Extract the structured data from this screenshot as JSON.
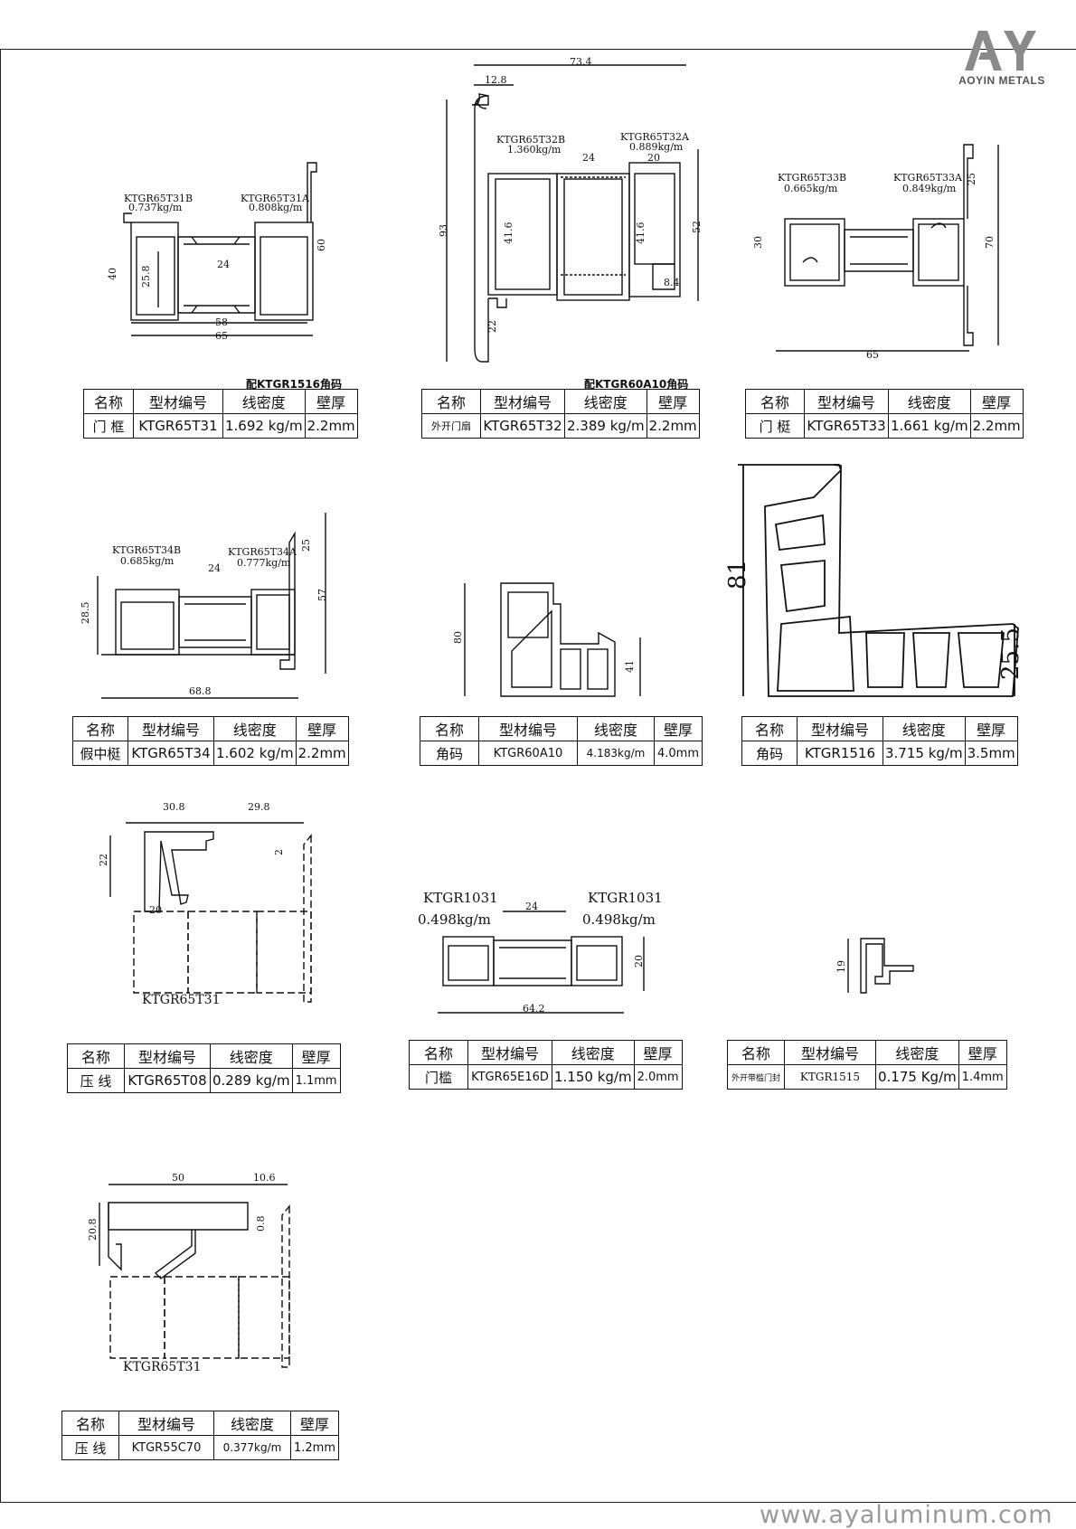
{
  "brand": {
    "name": "AOYIN METALS",
    "website": "www.ayaluminum.com",
    "logo_mark": "AY",
    "logo_color": "#8a8a8a"
  },
  "table_headers": {
    "name": "名称",
    "code": "型材编号",
    "density": "线密度",
    "wall": "壁厚"
  },
  "profiles": [
    {
      "id": "t31",
      "name": "门 框",
      "code": "KTGR65T31",
      "density": "1.692 kg/m",
      "wall": "2.2mm",
      "note": "配KTGR1516角码",
      "parts": [
        {
          "code": "KTGR65T31B",
          "density": "0.737kg/m"
        },
        {
          "code": "KTGR65T31A",
          "density": "0.808kg/m"
        }
      ],
      "dims": [
        "24",
        "25.8",
        "40",
        "60",
        "58",
        "65"
      ]
    },
    {
      "id": "t32",
      "name": "外开门扇",
      "code": "KTGR65T32",
      "density": "2.389 kg/m",
      "wall": "2.2mm",
      "note": "配KTGR60A10角码",
      "parts": [
        {
          "code": "KTGR65T32B",
          "density": "1.360kg/m"
        },
        {
          "code": "KTGR65T32A",
          "density": "0.889kg/m"
        }
      ],
      "dims": [
        "73.4",
        "12.8",
        "24",
        "20",
        "93",
        "41.6",
        "41.6",
        "52",
        "8.4",
        "22"
      ]
    },
    {
      "id": "t33",
      "name": "门 梃",
      "code": "KTGR65T33",
      "density": "1.661 kg/m",
      "wall": "2.2mm",
      "parts": [
        {
          "code": "KTGR65T33B",
          "density": "0.665kg/m"
        },
        {
          "code": "KTGR65T33A",
          "density": "0.849kg/m"
        }
      ],
      "dims": [
        "25",
        "30",
        "70",
        "65"
      ]
    },
    {
      "id": "t34",
      "name": "假中梃",
      "code": "KTGR65T34",
      "density": "1.602 kg/m",
      "wall": "2.2mm",
      "parts": [
        {
          "code": "KTGR65T34B",
          "density": "0.685kg/m"
        },
        {
          "code": "KTGR65T34A",
          "density": "0.777kg/m"
        }
      ],
      "dims": [
        "25",
        "24",
        "57",
        "28.5",
        "68.8"
      ]
    },
    {
      "id": "a10",
      "name": "角码",
      "code": "KTGR60A10",
      "density": "4.183kg/m",
      "wall": "4.0mm",
      "dims": [
        "80",
        "41"
      ]
    },
    {
      "id": "r1516",
      "name": "角码",
      "code": "KTGR1516",
      "density": "3.715 kg/m",
      "wall": "3.5mm",
      "dims": [
        "81",
        "25.5"
      ]
    },
    {
      "id": "t08",
      "name": "压 线",
      "code": "KTGR65T08",
      "density": "0.289 kg/m",
      "wall": "1.1mm",
      "ref": "KTGR65T31",
      "dims": [
        "30.8",
        "29.8",
        "22",
        "2",
        "20"
      ]
    },
    {
      "id": "e16d",
      "name": "门槛",
      "code": "KTGR65E16D",
      "density": "1.150 kg/m",
      "wall": "2.0mm",
      "parts": [
        {
          "code": "KTGR1031",
          "density": "0.498kg/m"
        },
        {
          "code": "KTGR1031",
          "density": "0.498kg/m"
        }
      ],
      "dims": [
        "24",
        "20",
        "64.2"
      ]
    },
    {
      "id": "r1515",
      "name": "外开带槛门封",
      "code": "KTGR1515",
      "density": "0.175 Kg/m",
      "wall": "1.4mm",
      "dims": [
        "19"
      ]
    },
    {
      "id": "c70",
      "name": "压 线",
      "code": "KTGR55C70",
      "density": "0.377kg/m",
      "wall": "1.2mm",
      "ref": "KTGR65T31",
      "dims": [
        "50",
        "10.6",
        "20.8",
        "0.8"
      ]
    }
  ]
}
